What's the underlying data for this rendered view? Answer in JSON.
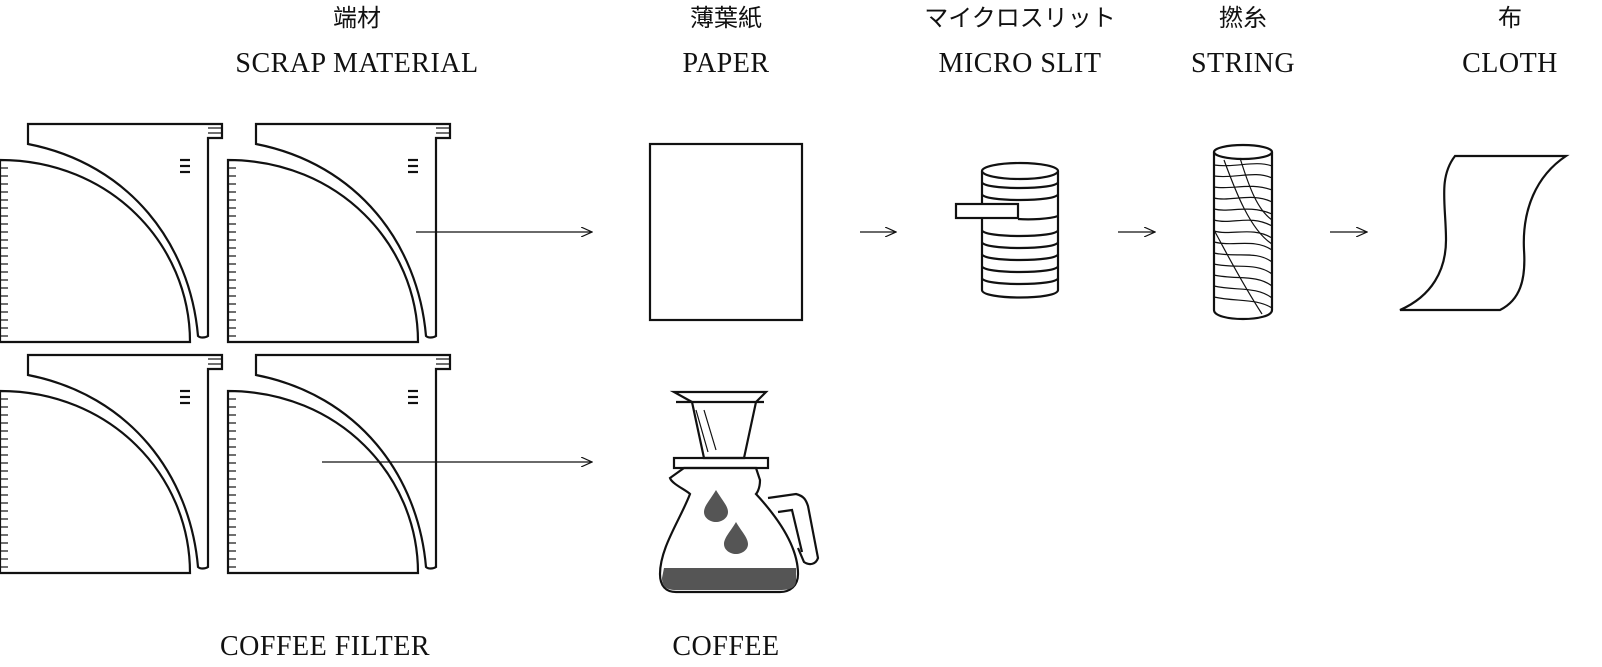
{
  "stages": [
    {
      "id": "scrap",
      "jp": "端材",
      "en": "SCRAP MATERIAL"
    },
    {
      "id": "paper",
      "jp": "薄葉紙",
      "en": "PAPER"
    },
    {
      "id": "slit",
      "jp": "マイクロスリット",
      "en": "MICRO SLIT"
    },
    {
      "id": "string",
      "jp": "撚糸",
      "en": "STRING"
    },
    {
      "id": "cloth",
      "jp": "布",
      "en": "CLOTH"
    }
  ],
  "bottom_labels": {
    "filter": "COFFEE FILTER",
    "coffee": "COFFEE"
  },
  "colors": {
    "ink": "#111111",
    "coffee": "#555555"
  }
}
